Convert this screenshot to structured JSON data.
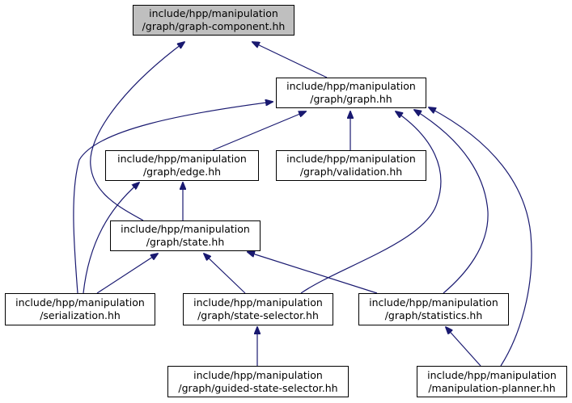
{
  "colors": {
    "edge": "#191970",
    "border": "#000000",
    "root_fill": "#bfbfbf",
    "node_fill": "#ffffff"
  },
  "nodes": {
    "graph_component": {
      "lines": [
        "include/hpp/manipulation",
        "/graph/graph-component.hh"
      ]
    },
    "graph": {
      "lines": [
        "include/hpp/manipulation",
        "/graph/graph.hh"
      ]
    },
    "edge": {
      "lines": [
        "include/hpp/manipulation",
        "/graph/edge.hh"
      ]
    },
    "validation": {
      "lines": [
        "include/hpp/manipulation",
        "/graph/validation.hh"
      ]
    },
    "state": {
      "lines": [
        "include/hpp/manipulation",
        "/graph/state.hh"
      ]
    },
    "serialization": {
      "lines": [
        "include/hpp/manipulation",
        "/serialization.hh"
      ]
    },
    "state_selector": {
      "lines": [
        "include/hpp/manipulation",
        "/graph/state-selector.hh"
      ]
    },
    "statistics": {
      "lines": [
        "include/hpp/manipulation",
        "/graph/statistics.hh"
      ]
    },
    "guided_state_selector": {
      "lines": [
        "include/hpp/manipulation",
        "/graph/guided-state-selector.hh"
      ]
    },
    "manipulation_planner": {
      "lines": [
        "include/hpp/manipulation",
        "/manipulation-planner.hh"
      ]
    }
  }
}
